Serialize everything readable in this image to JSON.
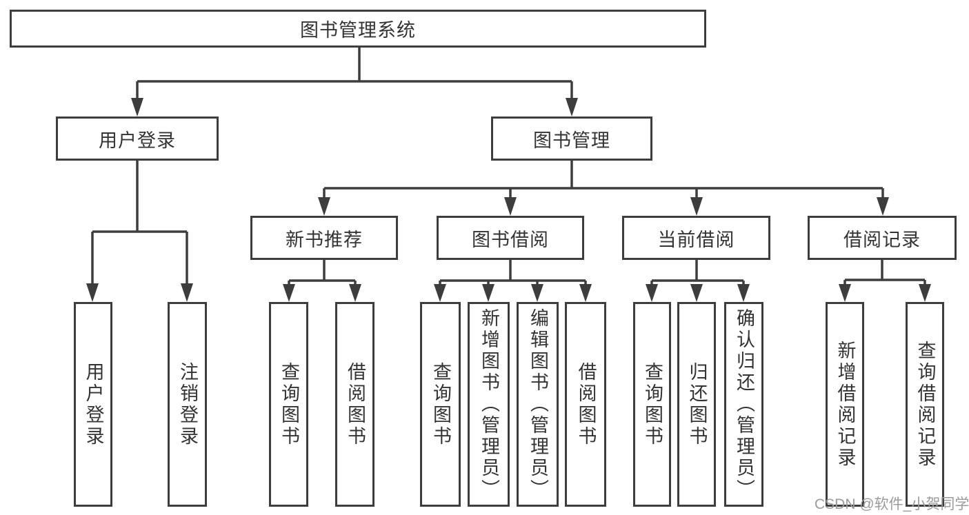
{
  "tree": {
    "label": "图书管理系统",
    "children": [
      {
        "label": "用户登录",
        "children": [
          {
            "label": "用户登录"
          },
          {
            "label": "注销登录"
          }
        ]
      },
      {
        "label": "图书管理",
        "children": [
          {
            "label": "新书推荐",
            "children": [
              {
                "label": "查询图书"
              },
              {
                "label": "借阅图书"
              }
            ]
          },
          {
            "label": "图书借阅",
            "children": [
              {
                "label": "查询图书"
              },
              {
                "label": "新增图书（管理员）"
              },
              {
                "label": "编辑图书（管理员）"
              },
              {
                "label": "借阅图书"
              }
            ]
          },
          {
            "label": "当前借阅",
            "children": [
              {
                "label": "查询图书"
              },
              {
                "label": "归还图书"
              },
              {
                "label": "确认归还（管理员）"
              }
            ]
          },
          {
            "label": "借阅记录",
            "children": [
              {
                "label": "新增借阅记录"
              },
              {
                "label": "查询借阅记录"
              }
            ]
          }
        ]
      }
    ]
  },
  "watermark": "CSDN @软件_小贺同学",
  "colors": {
    "line": "#3d3d3d",
    "box_border": "#3d3d3d",
    "text": "#333333",
    "watermark": "#9b9b9b",
    "background": "#ffffff"
  }
}
